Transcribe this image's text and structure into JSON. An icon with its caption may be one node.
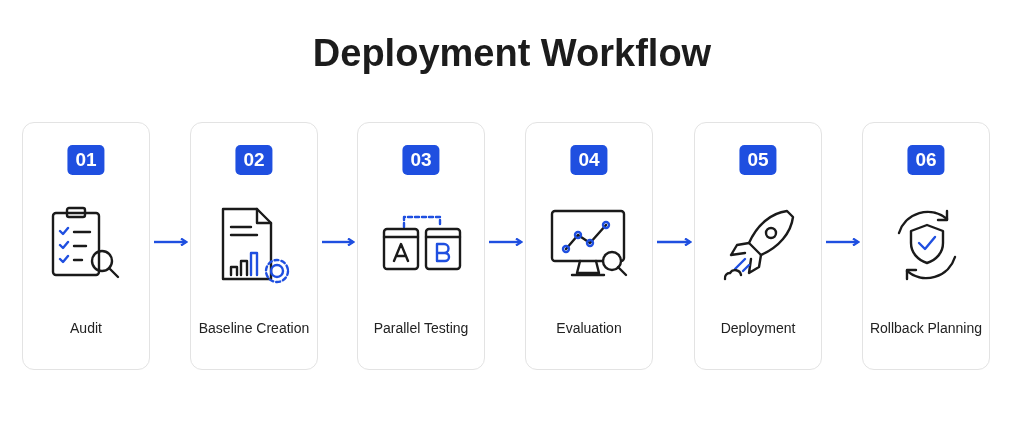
{
  "diagram": {
    "title": "Deployment Workflow",
    "nodes": [
      {
        "text": [
          "01",
          "Audit"
        ]
      },
      {
        "text": [
          "02",
          "Baseline Creation"
        ]
      },
      {
        "text": [
          "03",
          "Parallel Testing"
        ]
      },
      {
        "text": [
          "04",
          "Evaluation"
        ]
      },
      {
        "text": [
          "05",
          "Deployment"
        ]
      },
      {
        "text": [
          "06",
          "Rollback Planning"
        ]
      }
    ],
    "edges": [
      {
        "from": 0,
        "to": 1,
        "arrow": "to"
      },
      {
        "from": 1,
        "to": 2,
        "arrow": "to"
      },
      {
        "from": 2,
        "to": 3,
        "arrow": "to"
      },
      {
        "from": 3,
        "to": 4,
        "arrow": "to"
      },
      {
        "from": 4,
        "to": 5,
        "arrow": "to"
      }
    ]
  }
}
